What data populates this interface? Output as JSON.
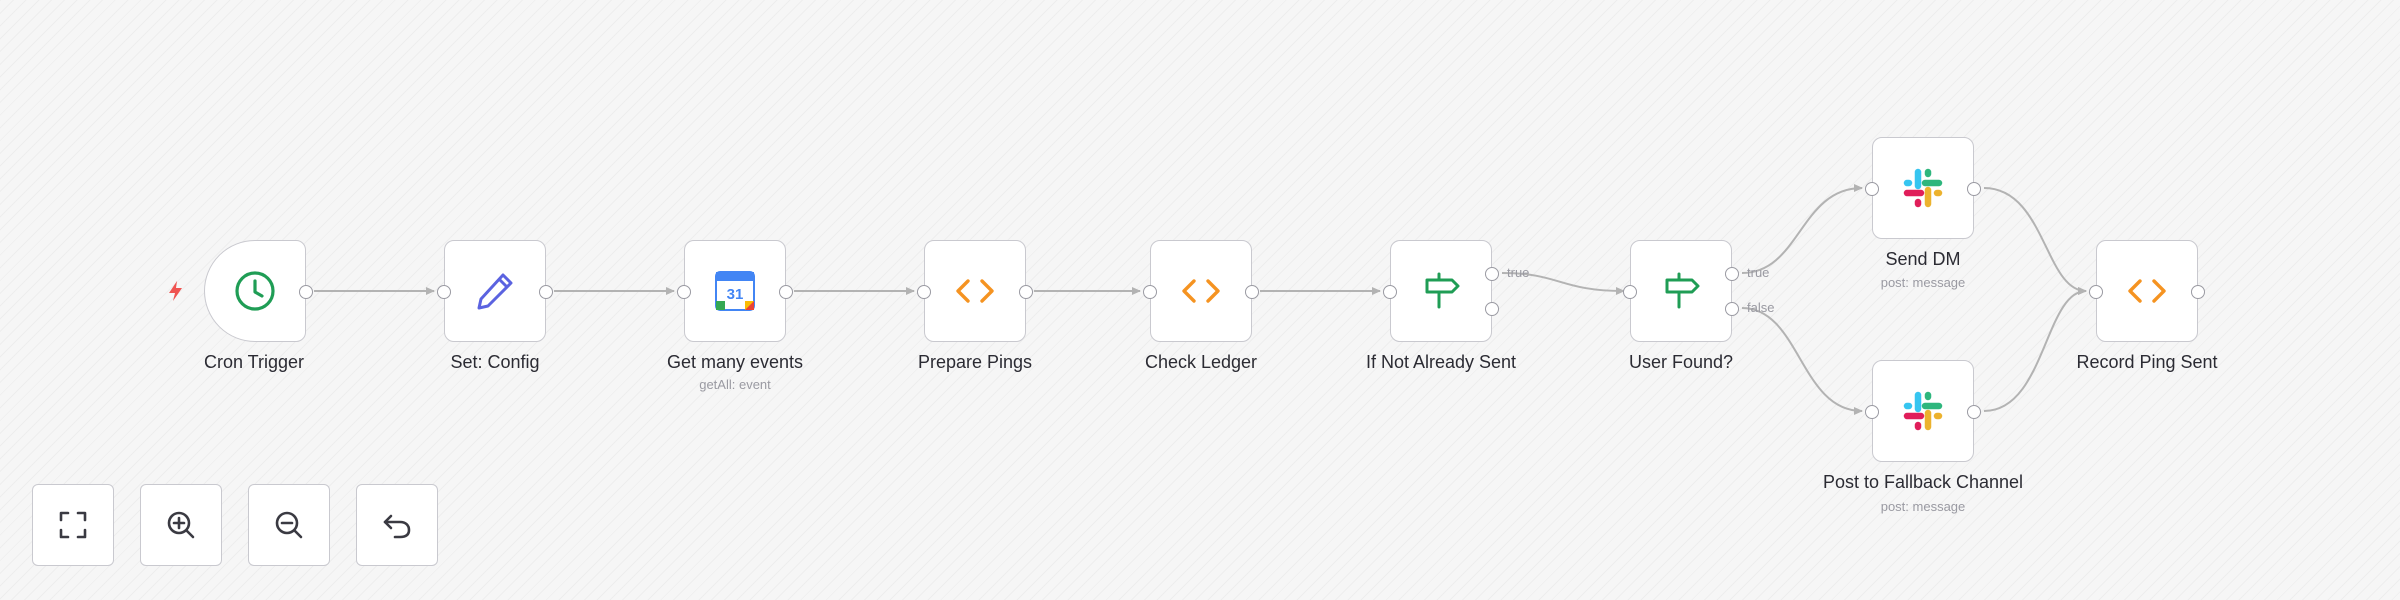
{
  "workflow": {
    "nodes": [
      {
        "id": "cron-trigger",
        "label": "Cron Trigger",
        "sublabel": "",
        "icon": "clock-icon"
      },
      {
        "id": "set-config",
        "label": "Set: Config",
        "sublabel": "",
        "icon": "pencil-icon"
      },
      {
        "id": "get-many-events",
        "label": "Get many events",
        "sublabel": "getAll: event",
        "icon": "google-calendar-icon",
        "icon_text": "31"
      },
      {
        "id": "prepare-pings",
        "label": "Prepare Pings",
        "sublabel": "",
        "icon": "code-icon"
      },
      {
        "id": "check-ledger",
        "label": "Check Ledger",
        "sublabel": "",
        "icon": "code-icon"
      },
      {
        "id": "if-not-already-sent",
        "label": "If Not Already Sent",
        "sublabel": "",
        "icon": "signpost-icon",
        "branches": [
          "true",
          ""
        ]
      },
      {
        "id": "user-found",
        "label": "User Found?",
        "sublabel": "",
        "icon": "signpost-icon",
        "branches": [
          "true",
          "false"
        ]
      },
      {
        "id": "send-dm",
        "label": "Send DM",
        "sublabel": "post: message",
        "icon": "slack-icon"
      },
      {
        "id": "post-to-fallback-channel",
        "label": "Post to Fallback Channel",
        "sublabel": "post: message",
        "icon": "slack-icon"
      },
      {
        "id": "record-ping-sent",
        "label": "Record Ping Sent",
        "sublabel": "",
        "icon": "code-icon"
      }
    ]
  },
  "controls": [
    {
      "id": "fit-view",
      "icon": "fullscreen-icon"
    },
    {
      "id": "zoom-in",
      "icon": "zoom-in-icon"
    },
    {
      "id": "zoom-out",
      "icon": "zoom-out-icon"
    },
    {
      "id": "undo",
      "icon": "undo-icon"
    }
  ],
  "colors": {
    "accent_green": "#1f9d55",
    "pencil_blue": "#5b63e0",
    "code_orange": "#f59321",
    "trigger_bolt": "#ef5350",
    "edge": "#b3b3b3"
  }
}
